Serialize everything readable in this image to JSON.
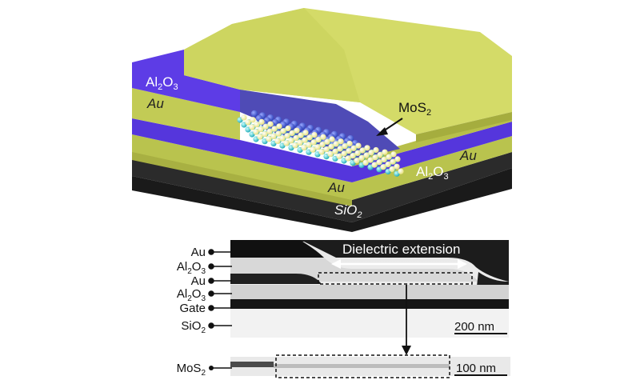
{
  "diagram": {
    "top": {
      "label_al2o3_top": "Al2O3",
      "label_au_left": "Au",
      "label_mos2": "MoS2",
      "label_au_right": "Au",
      "label_al2o3_mid": "Al2O3",
      "label_au_bottom": "Au",
      "label_sio2": "SiO2"
    },
    "cross_section": {
      "side_labels": [
        "Au",
        "Al2O3",
        "Au",
        "Al2O3",
        "Gate",
        "SiO2"
      ],
      "dielectric_label": "Dielectric extension",
      "scale_bar": "200 nm"
    },
    "zoom": {
      "side_label": "MoS2",
      "scale_bar": "100 nm"
    },
    "colors": {
      "gold": "#c8cf5a",
      "gold_top": "#d9df73",
      "gold_dark": "#9aa23c",
      "al2o3": "#5a3ce0",
      "sio2": "#222222",
      "mos2_blue": "#3a5bd8",
      "mos2_yellow": "#f1ef9a",
      "mos2_cyan": "#28c0c8"
    }
  }
}
